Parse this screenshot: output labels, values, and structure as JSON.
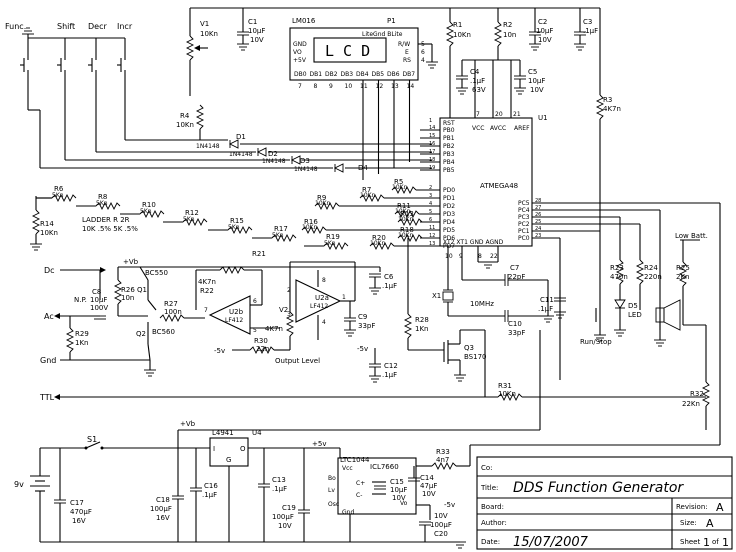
{
  "buttons": {
    "func": "Func.",
    "shift": "Shift",
    "decr": "Decr",
    "incr": "Incr"
  },
  "lcd": {
    "part": "LM016",
    "ref": "P1",
    "caption": "LiteGnd BLite",
    "text": "L C D",
    "pins_left": [
      "GND",
      "VO",
      "+5V"
    ],
    "pins_right": [
      "R/W",
      "E",
      "RS"
    ],
    "data_pins": [
      "DB0",
      "DB1",
      "DB2",
      "DB3",
      "DB4",
      "DB5",
      "DB6",
      "DB7"
    ],
    "pin_numbers_bottom": [
      "7",
      "8",
      "9",
      "10",
      "11",
      "12",
      "13",
      "14"
    ],
    "pin_numbers_right": [
      "5",
      "6",
      "4"
    ]
  },
  "mcu": {
    "ref": "U1",
    "part": "ATMEGA48",
    "top_pins": [
      "VCC",
      "AVCC",
      "AREF"
    ],
    "top_pin_numbers": [
      "7",
      "20",
      "21"
    ],
    "left_pins": [
      "RST",
      "PB0",
      "PB1",
      "PB2",
      "PB3",
      "PB4",
      "PB5",
      "PD0",
      "PD1",
      "PD2",
      "PD3",
      "PD4",
      "PD5",
      "PD6",
      "PD7"
    ],
    "left_pin_numbers": [
      "1",
      "14",
      "15",
      "16",
      "17",
      "18",
      "19",
      "2",
      "3",
      "4",
      "5",
      "6",
      "11",
      "12",
      "13"
    ],
    "right_pins": [
      "PC5",
      "PC4",
      "PC3",
      "PC2",
      "PC1",
      "PC0"
    ],
    "right_pin_numbers": [
      "28",
      "27",
      "26",
      "25",
      "24",
      "23"
    ],
    "bottom_pins": "XT2 XT1 GND AGND",
    "bottom_pin_numbers": [
      "10",
      "9",
      "8",
      "22"
    ]
  },
  "components": {
    "V1": "V1",
    "V1_val": "10Kn",
    "C1": "C1",
    "C1_val1": "10µF",
    "C1_val2": "10V",
    "R1": "R1",
    "R1_val": "10Kn",
    "R2": "R2",
    "R2_val": "10n",
    "C2": "C2",
    "C2_val1": "10µF",
    "C2_val2": "10V",
    "C3": "C3",
    "C3_val": ".1µF",
    "C4": "C4",
    "C4_val1": ".1µF",
    "C4_val2": "63V",
    "C5": "C5",
    "C5_val1": "10µF",
    "C5_val2": "10V",
    "R3": "R3",
    "R3_val": "4K7n",
    "R4": "R4",
    "R4_val": "10Kn",
    "D1": "D1",
    "D2": "D2",
    "D3": "D3",
    "D4": "D4",
    "diode": "1N4148",
    "R5": "R5",
    "R5_val": "10Kn",
    "R6": "R6",
    "R6_val": "5Kn",
    "R7": "R7",
    "R7_val": "10Kn",
    "R8": "R8",
    "R8_val": "5Kn",
    "R9": "R9",
    "R9_val": "10Kn",
    "R10": "R10",
    "R10_val": "5Kn",
    "R11": "R11",
    "R11_val": "10Kn",
    "R12": "R12",
    "R12_val": "5Kn",
    "R13": "R13",
    "R13_val": "10Kn",
    "R14": "R14",
    "R14_val": "10Kn",
    "R15": "R15",
    "R15_val": "5Kn",
    "R16": "R16",
    "R16_val": "10Kn",
    "R17": "R17",
    "R17_val": "5Kn",
    "R18": "R18",
    "R18_val": "10Kn",
    "R19": "R19",
    "R19_val": "5Kn",
    "R20": "R20",
    "R20_val": "10Kn",
    "ladder_1": "LADDER R 2R",
    "ladder_2": "10K .5%    5K .5%",
    "R21": "R21",
    "R21_val": "4K7n",
    "R22": "R22",
    "R23": "R23",
    "R23_val": "470n",
    "R24": "R24",
    "R24_val": "220n",
    "R25": "R25",
    "R25_val": "2Kn",
    "R26": "R26",
    "R26_val": "10n",
    "R27": "R27",
    "R27_val": "100n",
    "R28": "R28",
    "R28_val": "1Kn",
    "R29": "R29",
    "R29_val": "1Kn",
    "R30": "R30",
    "R30_val": "22n",
    "R31": "R31",
    "R31_val": "10Kn",
    "R32": "R32",
    "R32_val": "22Kn",
    "R33": "R33",
    "R33_val": "4n7",
    "V2": "V2",
    "V2_val": "4K7n",
    "C6": "C6",
    "C6_val": ".1µF",
    "C7": "C7",
    "C7_val": "22pF",
    "C8": "C8",
    "C8_np": "N.P.",
    "C8_val1": "10µF",
    "C8_val2": "100V",
    "C9": "C9",
    "C9_val": "33pF",
    "C10": "C10",
    "C10_val": "33pF",
    "C11": "C11",
    "C11_val": ".1µF",
    "C12": "C12",
    "C12_val": ".1µF",
    "C13": "C13",
    "C13_val": ".1µF",
    "C14": "C14",
    "C14_val1": "47µF",
    "C14_val2": "10V",
    "C15": "C15",
    "C15_val1": "10µF",
    "C15_val2": "10V",
    "C16": "C16",
    "C16_val": ".1µF",
    "C17": "C17",
    "C17_val1": "470µF",
    "C17_val2": "16V",
    "C18": "C18",
    "C18_val1": "100µF",
    "C18_val2": "16V",
    "C19": "C19",
    "C19_val1": "100µF",
    "C19_val2": "10V",
    "C20": "C20",
    "C20_val1": "10V",
    "C20_val2": "100µF",
    "X1": "X1",
    "X1_val": "10MHz",
    "Q1": "Q1",
    "Q1_val": "BC550",
    "Q2": "Q2",
    "Q2_val": "BC560",
    "Q3": "Q3",
    "Q3_val": "BS170",
    "U2a": "U2a",
    "U2b": "U2b",
    "opamp": "LF412",
    "D5": "D5",
    "D5_val": "LED",
    "U4": "U4",
    "U4_part": "L4941",
    "U4_pin_I": "I",
    "U4_pin_O": "O",
    "U4_pin_G": "G",
    "U5_line1": "LTC1044",
    "U5_line2": "ICL7660",
    "U5_pins": [
      "Vcc",
      "Bo",
      "Lv",
      "Osc",
      "Gnd",
      "C+",
      "C-",
      "Vo"
    ],
    "S1": "S1",
    "battery": "9v",
    "pin_labels": {
      "opa_7": "7",
      "opa_6": "6",
      "opa_5": "5",
      "opb_8": "8",
      "opb_2": "2",
      "opb_1": "1",
      "opb_3": "3",
      "opb_4": "4"
    }
  },
  "nets": {
    "vb1": "+Vb",
    "vb2": "+Vb",
    "v5": "+5v",
    "neg5": "-5v",
    "neg5b": "-5v",
    "dc": "Dc",
    "ac": "Ac",
    "gnd": "Gnd",
    "ttl": "TTL",
    "output_level": "Output Level",
    "run_stop": "Run/Stop",
    "low_batt": "Low Batt."
  },
  "title_block": {
    "co_label": "Co:",
    "title_label": "Title:",
    "title": "DDS Function Generator",
    "board_label": "Board:",
    "revision_label": "Revision:",
    "revision": "A",
    "author_label": "Author:",
    "size_label": "Size:",
    "size": "A",
    "date_label": "Date:",
    "date": "15/07/2007",
    "sheet_label": "Sheet",
    "sheet": "1",
    "of_label": "of",
    "of": "1"
  }
}
